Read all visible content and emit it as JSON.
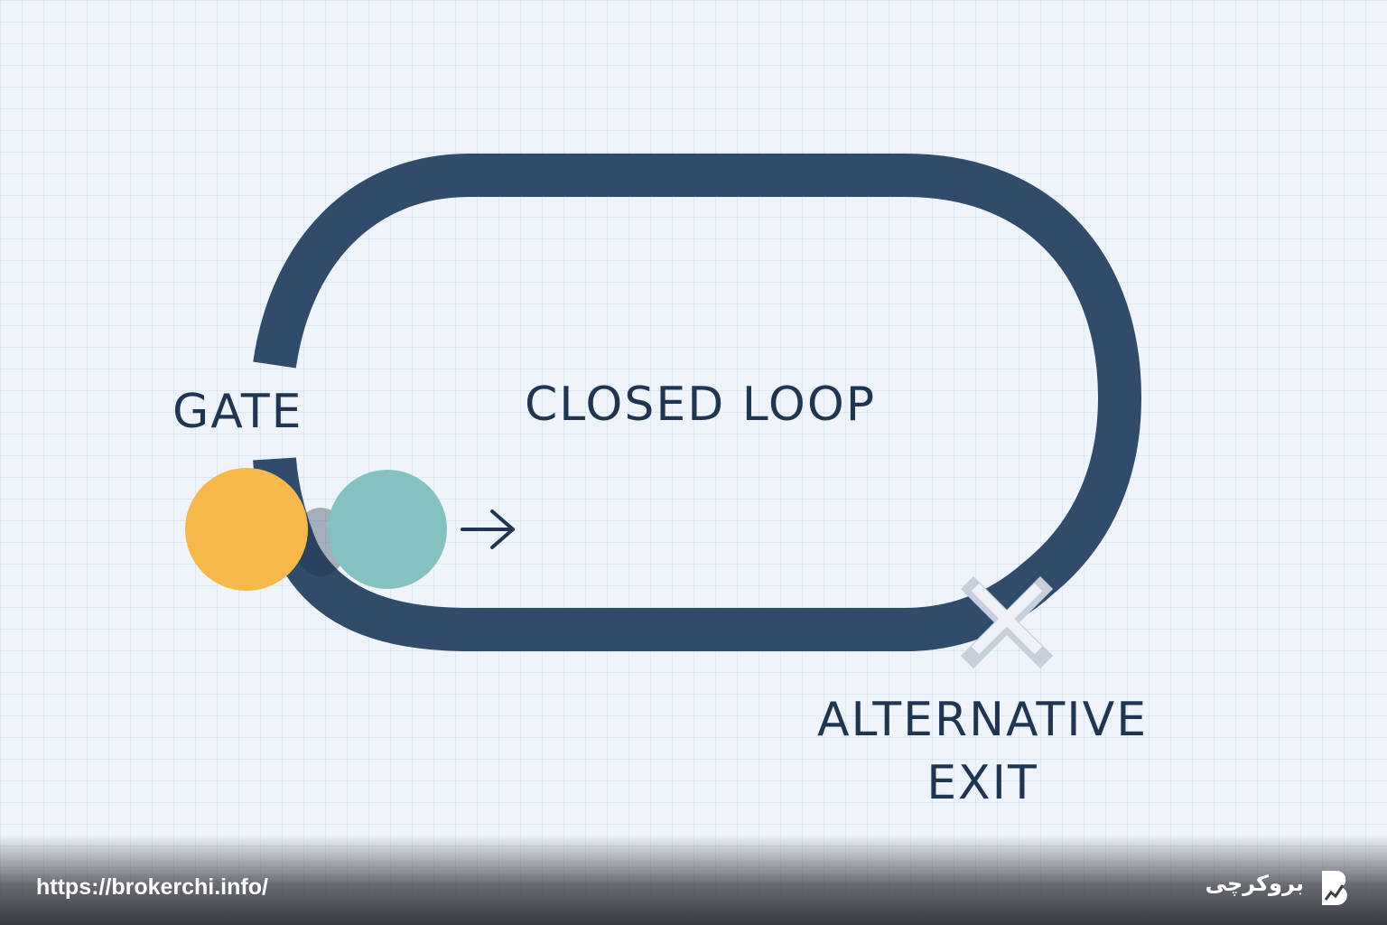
{
  "labels": {
    "gate": "GATE",
    "loop": "CLOSED LOOP",
    "exit_line1": "ALTERNATIVE",
    "exit_line2": "EXIT"
  },
  "footer": {
    "url": "https://brokerchi.info/",
    "brand": "بروکرچی"
  },
  "colors": {
    "track": "#314c6a",
    "gate_ball": "#f6b84a",
    "runner_ball": "#85c1c0",
    "text": "#1f3550",
    "background": "#eef4f9"
  },
  "icons": {
    "exit_marker": "x-mark-icon",
    "direction": "arrow-right-icon",
    "brand_logo": "brokerchi-logo-icon"
  }
}
